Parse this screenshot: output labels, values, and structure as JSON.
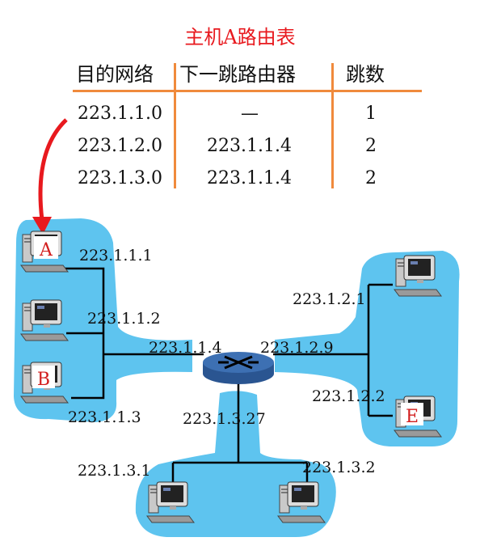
{
  "colors": {
    "title": "#e8191e",
    "rule": "#f08a3c",
    "arrow": "#e8191e",
    "lan": "#5ec4ef",
    "router": "#3d70b3",
    "host_label": "#d21e1e"
  },
  "table": {
    "title": "主机A路由表",
    "headers": [
      "目的网络",
      "下一跳路由器",
      "跳数"
    ],
    "rows": [
      [
        "223.1.1.0",
        "—",
        "1"
      ],
      [
        "223.1.2.0",
        "223.1.1.4",
        "2"
      ],
      [
        "223.1.3.0",
        "223.1.1.4",
        "2"
      ]
    ]
  },
  "network": {
    "router_icon": "router-icon",
    "host_icon": "computer-icon",
    "hosts": [
      "A",
      "B",
      "E"
    ],
    "ip_labels": [
      "223.1.1.1",
      "223.1.1.2",
      "223.1.1.3",
      "223.1.1.4",
      "223.1.2.9",
      "223.1.2.1",
      "223.1.2.2",
      "223.1.3.27",
      "223.1.3.1",
      "223.1.3.2"
    ]
  }
}
